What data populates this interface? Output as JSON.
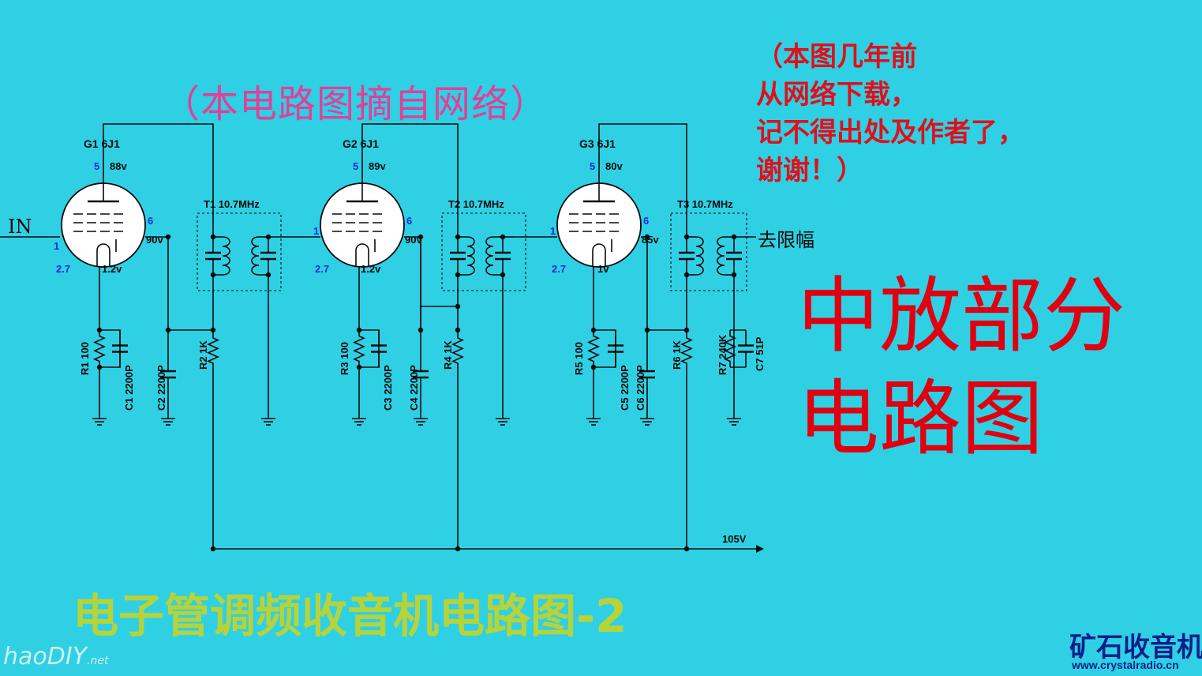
{
  "title_source_note": "（本电路图摘自网络）",
  "side_note_lines": [
    "（本图几年前",
    "从网络下载，",
    "记不得出处及作者了，",
    "谢谢！）"
  ],
  "big_title_lines": [
    "中放部分",
    "电路图"
  ],
  "bottom_title": "电子管调频收音机电路图-2",
  "watermark_left": {
    "main": "haoDIY",
    "suffix": ".net"
  },
  "watermark_right": {
    "name": "矿石收音机",
    "url": "www.crystalradio.cn"
  },
  "circuit": {
    "input_label": "IN",
    "output_label": "去限幅",
    "supply_label": "105V",
    "stages": [
      {
        "tube": {
          "ref": "G1",
          "type": "6J1",
          "plate_pin": "5",
          "plate_v": "88v",
          "screen_pin": "6",
          "screen_v": "90v",
          "grid_pin": "1",
          "cathode_pin": "2.7",
          "cathode_v": "1.2v"
        },
        "transformer": {
          "ref": "T1",
          "freq": "10.7MHz"
        },
        "r_cathode": {
          "ref": "R1",
          "value": "100"
        },
        "c_cathode": {
          "ref": "C1",
          "value": "2200P"
        },
        "c_screen": {
          "ref": "C2",
          "value": "2200P"
        },
        "r_supply": {
          "ref": "R2",
          "value": "1K"
        }
      },
      {
        "tube": {
          "ref": "G2",
          "type": "6J1",
          "plate_pin": "5",
          "plate_v": "89v",
          "screen_pin": "6",
          "screen_v": "90v",
          "grid_pin": "1",
          "cathode_pin": "2.7",
          "cathode_v": "1.2v"
        },
        "transformer": {
          "ref": "T2",
          "freq": "10.7MHz"
        },
        "r_cathode": {
          "ref": "R3",
          "value": "100"
        },
        "c_cathode": {
          "ref": "C3",
          "value": "2200P"
        },
        "c_screen": {
          "ref": "C4",
          "value": "2200P"
        },
        "r_supply": {
          "ref": "R4",
          "value": "1K"
        }
      },
      {
        "tube": {
          "ref": "G3",
          "type": "6J1",
          "plate_pin": "5",
          "plate_v": "80v",
          "screen_pin": "6",
          "screen_v": "85v",
          "grid_pin": "1",
          "cathode_pin": "2.7",
          "cathode_v": "1v"
        },
        "transformer": {
          "ref": "T3",
          "freq": "10.7MHz"
        },
        "r_cathode": {
          "ref": "R5",
          "value": "100"
        },
        "c_cathode": {
          "ref": "C5",
          "value": "2200P"
        },
        "c_screen": {
          "ref": "C6",
          "value": "2200P"
        },
        "r_supply": {
          "ref": "R6",
          "value": "1K"
        }
      }
    ],
    "extra_parts": [
      {
        "ref": "R7",
        "value": "240K"
      },
      {
        "ref": "C7",
        "value": "51P"
      }
    ],
    "colors": {
      "wire": "#0a0a0a",
      "tube_fill": "#ffffff",
      "pin_label": "#1a2bd8",
      "text": "#0a0a0a"
    }
  }
}
